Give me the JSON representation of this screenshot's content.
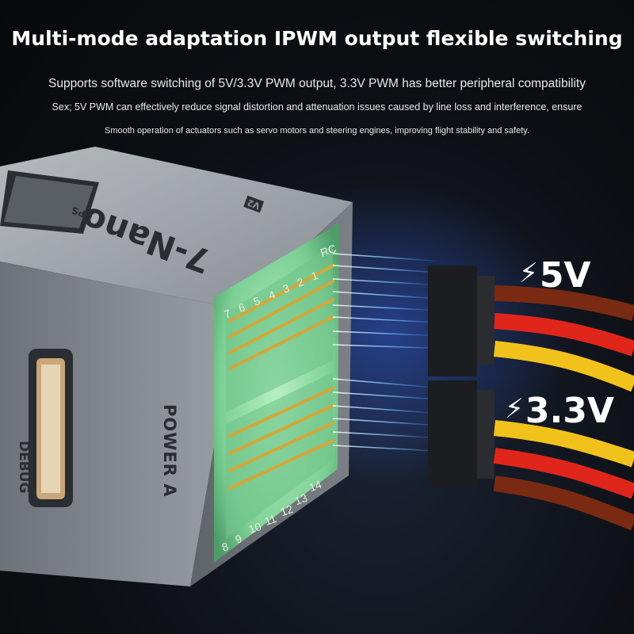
{
  "headline": "Multi-mode adaptation IPWM output flexible switching",
  "sub_lines": [
    "Supports software switching of 5V/3.3V PWM output, 3.3V PWM has better peripheral compatibility",
    "Sex; 5V PWM can effectively reduce signal distortion and attenuation issues caused by line loss and interference, ensure",
    "Smooth operation of actuators such as servo motors and steering engines, improving flight stability and safety."
  ],
  "device": {
    "brand": "7-Nano",
    "version_badge": "V2",
    "gps_label": "GPS",
    "debug_label": "DEBUG",
    "power_label": "POWER A",
    "top_pins": [
      "7",
      "6",
      "5",
      "4",
      "3",
      "2",
      "1",
      "RC"
    ],
    "bottom_pins": [
      "8",
      "9",
      "10",
      "11",
      "12",
      "13",
      "14"
    ]
  },
  "callouts": {
    "top_voltage": "5V",
    "bottom_voltage": "3.3V"
  },
  "colors": {
    "background": "#0b0c0f",
    "housing": "#8f949a",
    "pcb_glow": "#8fe0a8",
    "wire_brown": "#7a2a12",
    "wire_red": "#e0261b",
    "wire_yellow": "#f2c21c",
    "light_streak": "#6fb8ff"
  },
  "icons": [
    "lightning-bolt-icon"
  ]
}
